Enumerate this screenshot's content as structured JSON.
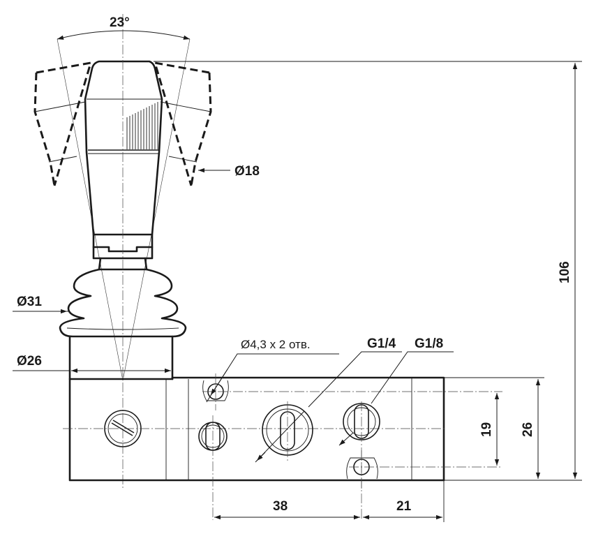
{
  "labels": {
    "angle": "23°",
    "handle_diameter": "Ø18",
    "bellows_diameter": "Ø31",
    "collar_diameter": "Ø26",
    "holes_note": "Ø4,3 x 2 отв.",
    "port_large": "G1/4",
    "port_small": "G1/8",
    "total_height": "106",
    "body_height": "26",
    "holes_spacing_v": "19",
    "holes_spacing_h": "38",
    "edge_offset": "21"
  }
}
